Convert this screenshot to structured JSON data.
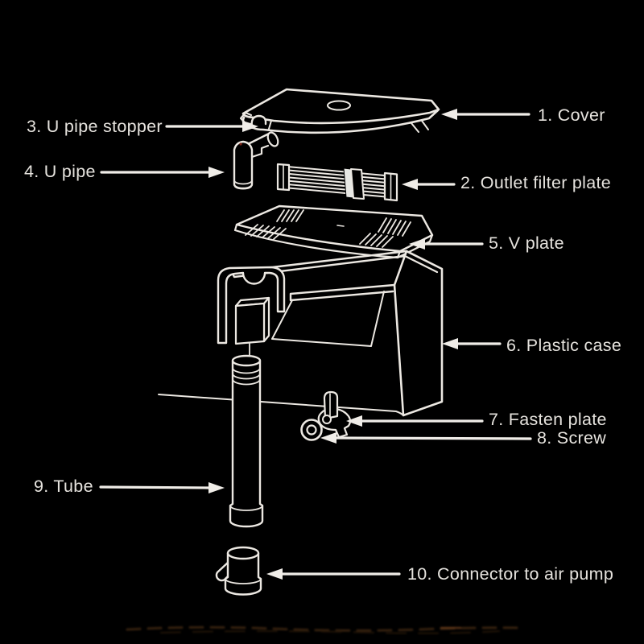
{
  "diagram": {
    "background_color": "#000000",
    "line_color": "#ece8e2",
    "text_color": "#e6e3de",
    "labels": [
      {
        "number": "1",
        "name": "Cover",
        "text": "1. Cover"
      },
      {
        "number": "2",
        "name": "Outlet filter plate",
        "text": "2. Outlet filter plate"
      },
      {
        "number": "3",
        "name": "U pipe stopper",
        "text": "3. U pipe stopper"
      },
      {
        "number": "4",
        "name": "U pipe",
        "text": "4. U pipe"
      },
      {
        "number": "5",
        "name": "V plate",
        "text": "5. V plate"
      },
      {
        "number": "6",
        "name": "Plastic case",
        "text": "6. Plastic case"
      },
      {
        "number": "7",
        "name": "Fasten plate",
        "text": "7. Fasten plate"
      },
      {
        "number": "8",
        "name": "Screw",
        "text": "8. Screw"
      },
      {
        "number": "9",
        "name": "Tube",
        "text": "9. Tube"
      },
      {
        "number": "10",
        "name": "Connector to air pump",
        "text": "10. Connector to air pump"
      }
    ]
  }
}
